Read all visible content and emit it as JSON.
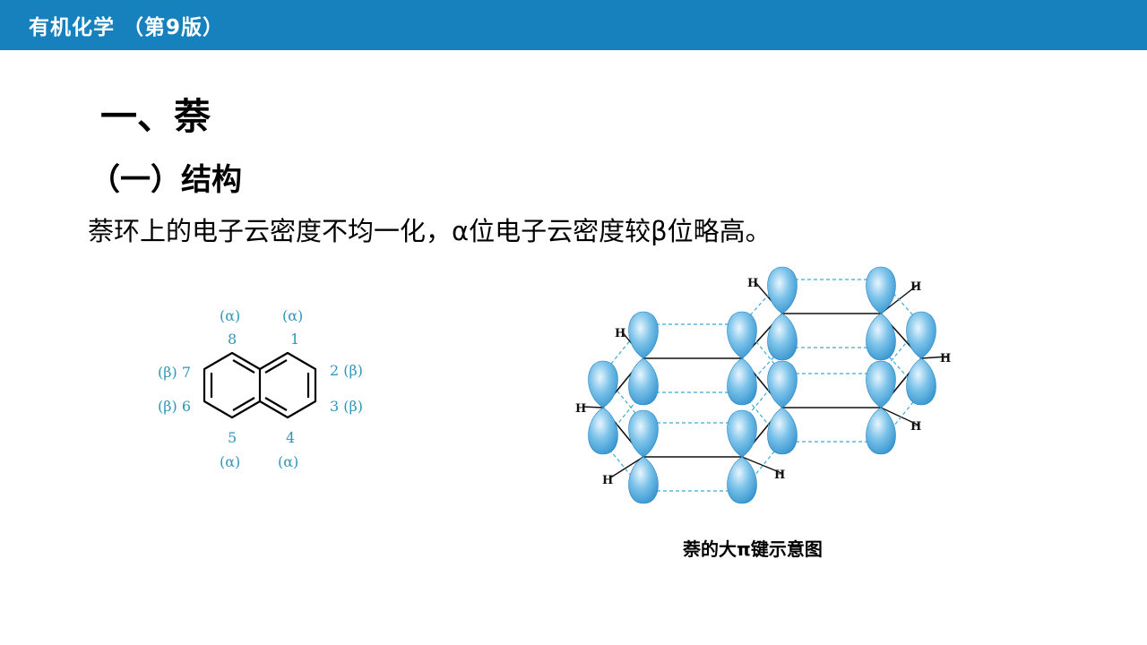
{
  "header": {
    "title": "有机化学 （第9版）"
  },
  "slide": {
    "heading": "一、萘",
    "subheading": "（一）结构",
    "text": "萘环上的电子云密度不均一化，α位电子云密度较β位略高。"
  },
  "structure": {
    "labels": {
      "p8": "8",
      "p1": "1",
      "a8": "(α)",
      "a1": "(α)",
      "p7": "(β) 7",
      "p2": "2 (β)",
      "p6": "(β) 6",
      "p3": "3 (β)",
      "p5": "5",
      "p4": "4",
      "a5": "(α)",
      "a4": "(α)"
    }
  },
  "orbital_diagram": {
    "h_label": "H",
    "caption": "萘的大π键示意图"
  },
  "colors": {
    "bar": "#1681bd",
    "label": "#2f96b8",
    "lobe": "#4ba9dc",
    "dashed": "#3fa9d6"
  }
}
